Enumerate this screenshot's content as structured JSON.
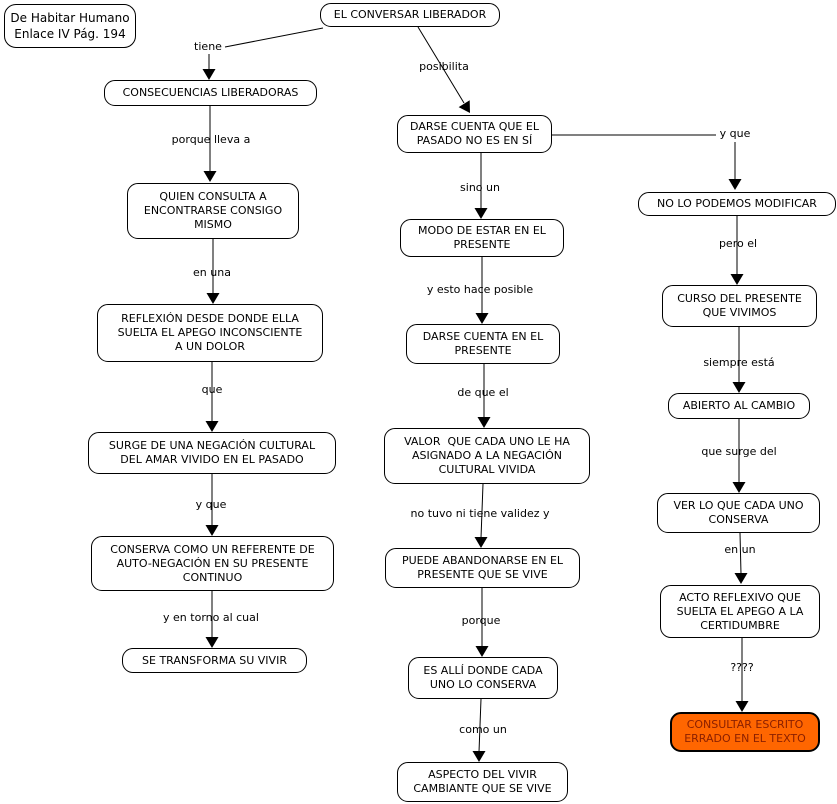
{
  "colors": {
    "node_bg": "#ffffff",
    "node_border": "#000000",
    "line": "#000000",
    "highlight_bg": "#ff6600",
    "highlight_text": "#8b2000"
  },
  "nodes": [
    {
      "name": "source-note",
      "text": "De Habitar Humano\nEnlace IV Pág. 194"
    },
    {
      "name": "el-conversar-liberador",
      "text": "EL CONVERSAR LIBERADOR"
    },
    {
      "name": "consecuencias-liberadoras",
      "text": "CONSECUENCIAS LIBERADORAS"
    },
    {
      "name": "quien-consulta",
      "text": "QUIEN CONSULTA A\nENCONTRARSE CONSIGO\nMISMO"
    },
    {
      "name": "reflexion-suelta-apego",
      "text": "REFLEXIÓN DESDE DONDE ELLA\nSUELTA EL APEGO INCONSCIENTE\nA UN DOLOR"
    },
    {
      "name": "surge-negacion-cultural",
      "text": "SURGE DE UNA NEGACIÓN CULTURAL\nDEL AMAR VIVIDO EN EL PASADO"
    },
    {
      "name": "conserva-referente",
      "text": "CONSERVA COMO UN REFERENTE DE\nAUTO-NEGACIÓN EN SU PRESENTE\nCONTINUO"
    },
    {
      "name": "se-transforma-su-vivir",
      "text": "SE TRANSFORMA SU VIVIR"
    },
    {
      "name": "darse-cuenta-pasado",
      "text": "DARSE CUENTA QUE EL\nPASADO NO ES EN SÍ"
    },
    {
      "name": "modo-de-estar",
      "text": "MODO DE ESTAR EN EL\nPRESENTE"
    },
    {
      "name": "darse-cuenta-presente",
      "text": "DARSE CUENTA EN EL\nPRESENTE"
    },
    {
      "name": "valor-asignado",
      "text": "VALOR  QUE CADA UNO LE HA\nASIGNADO A LA NEGACIÓN\nCULTURAL VIVIDA"
    },
    {
      "name": "puede-abandonarse",
      "text": "PUEDE ABANDONARSE EN EL\nPRESENTE QUE SE VIVE"
    },
    {
      "name": "es-alli-donde",
      "text": "ES ALLÍ DONDE CADA\nUNO LO CONSERVA"
    },
    {
      "name": "aspecto-del-vivir",
      "text": "ASPECTO DEL VIVIR\nCAMBIANTE QUE SE VIVE"
    },
    {
      "name": "no-lo-podemos-modificar",
      "text": "NO LO PODEMOS MODIFICAR"
    },
    {
      "name": "curso-del-presente",
      "text": "CURSO DEL PRESENTE\nQUE VIVIMOS"
    },
    {
      "name": "abierto-al-cambio",
      "text": "ABIERTO AL CAMBIO"
    },
    {
      "name": "ver-lo-que-conserva",
      "text": "VER LO QUE CADA UNO\nCONSERVA"
    },
    {
      "name": "acto-reflexivo",
      "text": "ACTO REFLEXIVO QUE\nSUELTA EL APEGO A LA\nCERTIDUMBRE"
    },
    {
      "name": "consultar-escrito-errado",
      "text": "CONSULTAR ESCRITO\nERRADO EN EL TEXTO"
    }
  ],
  "labels": [
    {
      "name": "tiene",
      "text": "tiene"
    },
    {
      "name": "posibilita",
      "text": "posibilita"
    },
    {
      "name": "y-que-derecha",
      "text": "y que"
    },
    {
      "name": "porque-lleva-a",
      "text": "porque lleva a"
    },
    {
      "name": "en-una",
      "text": "en una"
    },
    {
      "name": "que",
      "text": "que"
    },
    {
      "name": "y-que-izquierda",
      "text": "y que"
    },
    {
      "name": "y-en-torno-al-cual",
      "text": "y en torno al cual"
    },
    {
      "name": "sino-un",
      "text": "sino un"
    },
    {
      "name": "y-esto-hace-posible",
      "text": "y esto hace posible"
    },
    {
      "name": "de-que-el",
      "text": "de que el"
    },
    {
      "name": "no-tuvo-validez",
      "text": "no tuvo ni tiene validez y"
    },
    {
      "name": "porque",
      "text": "porque"
    },
    {
      "name": "como-un",
      "text": "como un"
    },
    {
      "name": "pero-el",
      "text": "pero el"
    },
    {
      "name": "siempre-esta",
      "text": "siempre está"
    },
    {
      "name": "que-surge-del",
      "text": "que surge del"
    },
    {
      "name": "en-un",
      "text": "en un"
    },
    {
      "name": "interrogantes",
      "text": "????"
    }
  ]
}
